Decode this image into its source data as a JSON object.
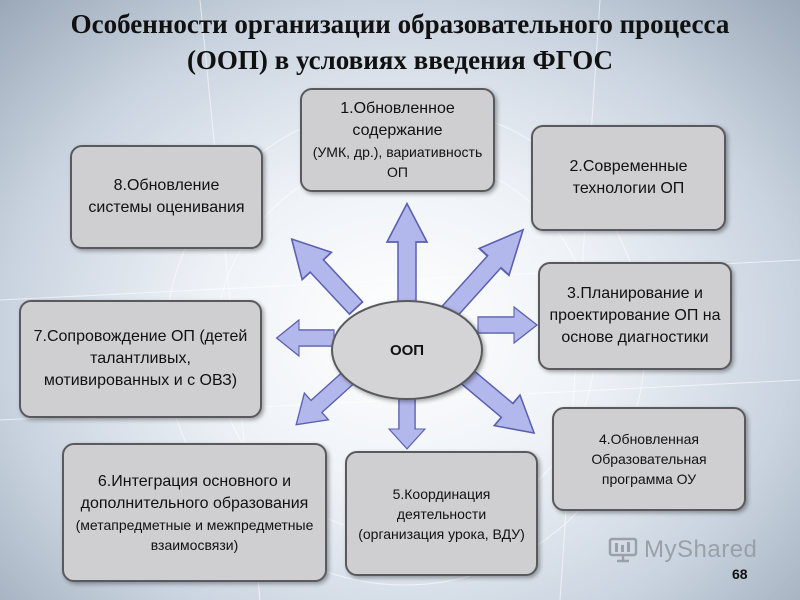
{
  "title": {
    "line1": "Особенности организации образовательного процесса",
    "line2": "(ООП) в условиях введения ФГОС"
  },
  "center": {
    "label": "ООП"
  },
  "boxes": {
    "b1": {
      "main": "1.Обновленное содержание",
      "sub": "(УМК, др.), вариативность ОП"
    },
    "b2": {
      "main": "2.Современные технологии ОП"
    },
    "b3": {
      "main": "3.Планирование и проектирование ОП на основе диагностики"
    },
    "b4": {
      "sub": "4.Обновленная Образовательная программа ОУ"
    },
    "b5": {
      "sub": "5.Координация деятельности (организация урока, ВДУ)"
    },
    "b6": {
      "main": "6.Интеграция основного и дополнительного образования",
      "sub": "(метапредметные и межпредметные взаимосвязи)"
    },
    "b7": {
      "main": "7.Сопровождение ОП (детей талантливых, мотивированных и с ОВЗ)"
    },
    "b8": {
      "main": "8.Обновление системы оценивания"
    }
  },
  "colors": {
    "arrow_fill": "#b3b8ec",
    "arrow_stroke": "#5a5fb0",
    "box_fill": "#cfcfd2",
    "box_border": "#5a5a5e"
  },
  "watermark": {
    "text": "MyShared",
    "icon": "myshared-logo-icon"
  },
  "page_number": "68"
}
